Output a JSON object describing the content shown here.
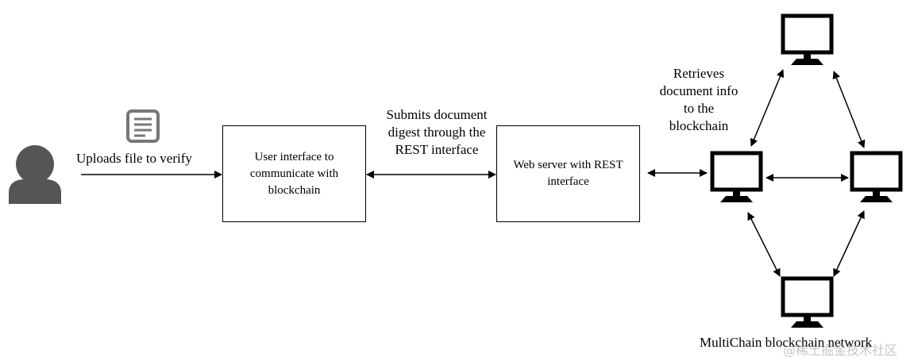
{
  "diagram": {
    "upload_label": "Uploads file to verify",
    "ui_box": "User interface to communicate with blockchain",
    "submit_label_lines": [
      "Submits document",
      "digest through the",
      "REST interface"
    ],
    "server_box": "Web server with REST interface",
    "retrieve_label_lines": [
      "Retrieves",
      "document info",
      "to the",
      "blockchain"
    ],
    "network_label": "MultiChain blockchain network",
    "watermark": "@稀土掘金技术社区"
  },
  "icons": {
    "user": "user-icon",
    "document": "document-icon",
    "computer": "monitor-icon"
  }
}
